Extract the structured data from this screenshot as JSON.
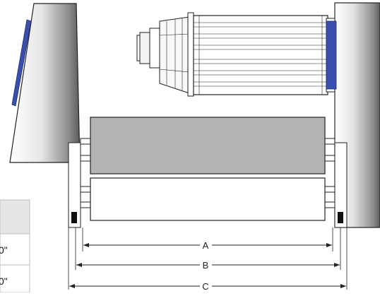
{
  "dimensions": {
    "a_label": "A",
    "b_label": "B",
    "c_label": "C"
  },
  "table": {
    "header": "",
    "rows": [
      {
        "value": "0\""
      },
      {
        "value": "0\""
      }
    ]
  },
  "colors": {
    "accent_blue": "#3a4fb0",
    "roller_gray": "#b3b3b3",
    "outline": "#222222"
  }
}
